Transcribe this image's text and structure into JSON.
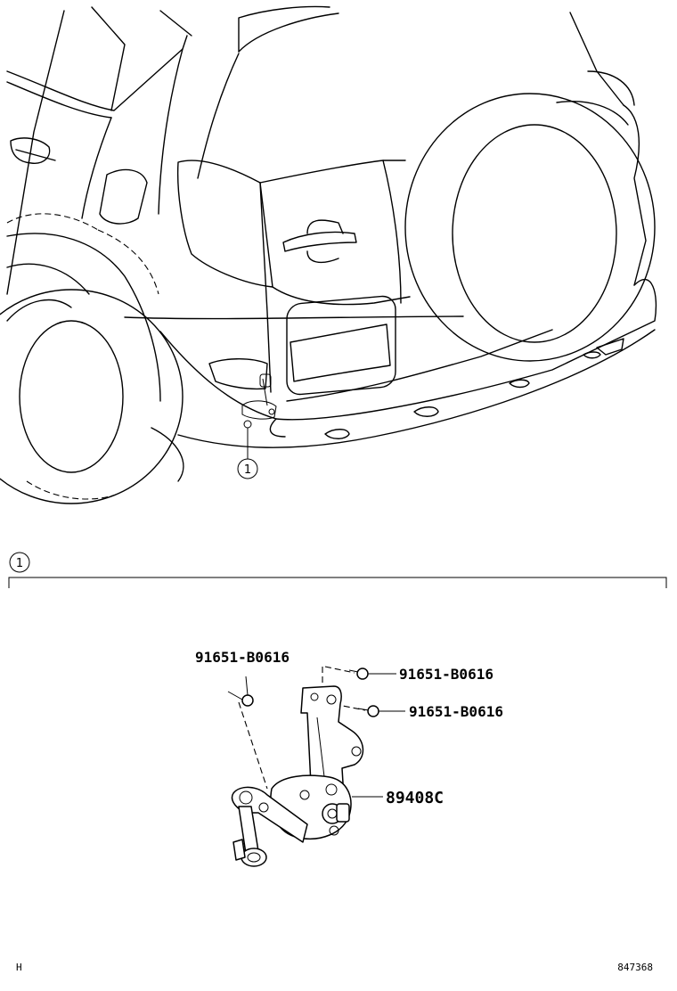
{
  "diagram": {
    "callout_number": "1",
    "section_number": "1",
    "parts": {
      "bolt_left": "91651-B0616",
      "bolt_upper_right": "91651-B0616",
      "bolt_lower_right": "91651-B0616",
      "sensor": "89408C"
    },
    "footer": {
      "left_code": "H",
      "drawing_number": "847368"
    }
  }
}
